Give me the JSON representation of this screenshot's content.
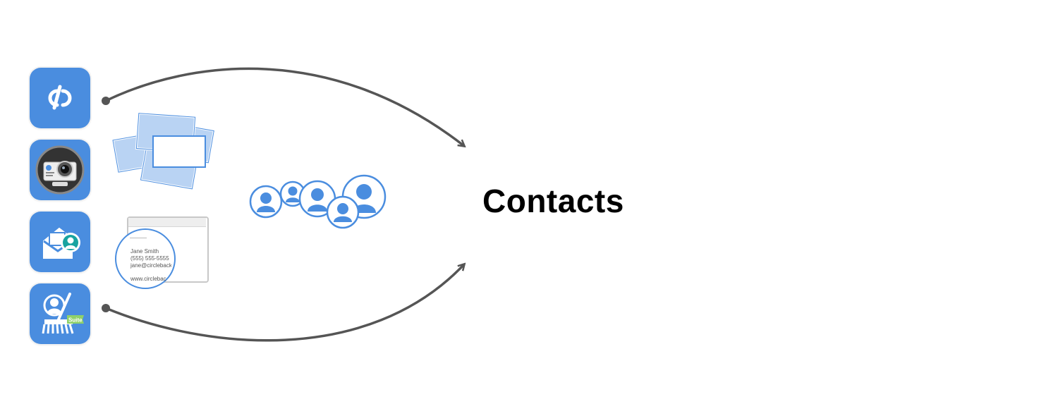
{
  "diagram": {
    "target_label": "Contacts",
    "sources": [
      {
        "name": "circleback-app",
        "icon": "circleback-logo-icon"
      },
      {
        "name": "card-scanner-app",
        "icon": "camera-card-scanner-icon"
      },
      {
        "name": "email-contacts-app",
        "icon": "envelope-contact-icon"
      },
      {
        "name": "cleanup-suite-app",
        "icon": "broom-contact-cleanup-icon",
        "badge": "Suite"
      }
    ],
    "business_card": {
      "name": "Jane Smith",
      "phone": "(555) 555-5555",
      "email": "jane@circleback.c",
      "website": "www.circlebac"
    },
    "colors": {
      "accent_blue": "#4a8ddf",
      "arrow": "#555555",
      "card_fill": "#b9d3f3"
    }
  }
}
